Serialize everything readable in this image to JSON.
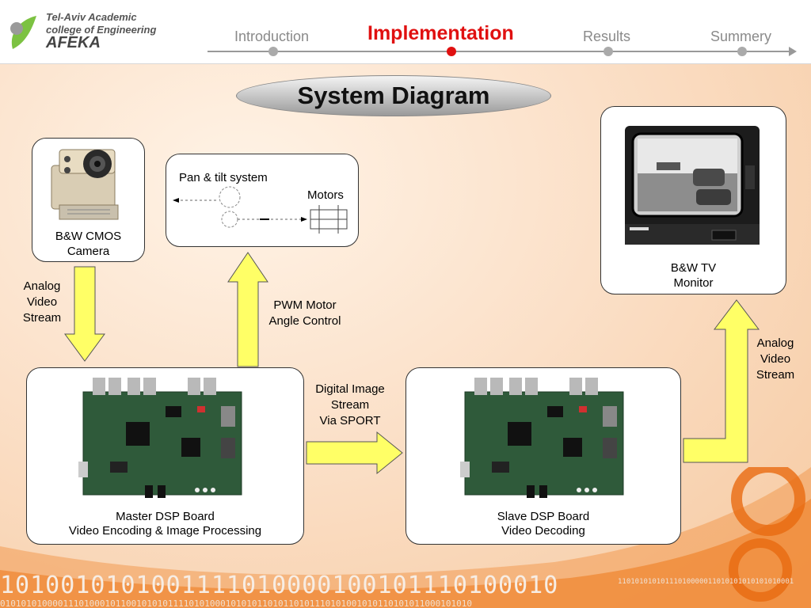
{
  "header": {
    "logo": {
      "line1": "Tel-Aviv Academic",
      "line2": "college of Engineering",
      "line3": "AFEKA"
    },
    "nav": [
      {
        "label": "Introduction",
        "active": false
      },
      {
        "label": "Implementation",
        "active": true
      },
      {
        "label": "Results",
        "active": false
      },
      {
        "label": "Summery",
        "active": false
      }
    ]
  },
  "title": "System Diagram",
  "nodes": {
    "camera": {
      "label_line1": "B&W CMOS",
      "label_line2": "Camera",
      "icon": "camera-icon"
    },
    "pan_tilt": {
      "label": "Pan & tilt system",
      "motors_label": "Motors"
    },
    "tv": {
      "label_line1": "B&W TV",
      "label_line2": "Monitor",
      "icon": "tv-monitor-icon"
    },
    "master": {
      "label_line1": "Master DSP Board",
      "label_line2": "Video Encoding & Image Processing",
      "icon": "dsp-board-icon"
    },
    "slave": {
      "label_line1": "Slave DSP Board",
      "label_line2": "Video Decoding",
      "icon": "dsp-board-icon"
    }
  },
  "edges": {
    "analog_left": {
      "line1": "Analog",
      "line2": "Video",
      "line3": "Stream"
    },
    "pwm": {
      "line1": "PWM Motor",
      "line2": "Angle Control"
    },
    "digital": {
      "line1": "Digital Image",
      "line2": "Stream",
      "line3": "Via SPORT"
    },
    "analog_right": {
      "line1": "Analog",
      "line2": "Video",
      "line3": "Stream"
    }
  },
  "footer": {
    "binary_main": "1010010101001111010000100101110100010",
    "binary_small": "11010101010111010000011010101010101010001",
    "binary_low": "010101010000111010001011001010101111010100010101011010110101110101001010110101011000101010"
  },
  "colors": {
    "arrow_fill": "#ffff66",
    "accent_red": "#e01010",
    "orange": "#f07a1a"
  }
}
